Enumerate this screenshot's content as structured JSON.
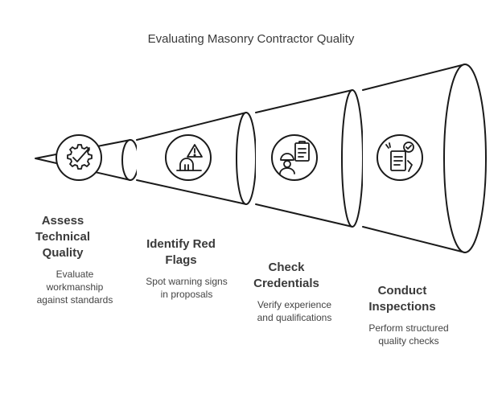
{
  "title": "Evaluating Masonry Contractor Quality",
  "steps": [
    {
      "title_line1": "Assess",
      "title_line2": "Technical",
      "title_line3": "Quality",
      "desc_line1": "Evaluate",
      "desc_line2": "workmanship",
      "desc_line3": "against standards",
      "icon": "gear-check-icon"
    },
    {
      "title_line1": "Identify Red",
      "title_line2": "Flags",
      "desc_line1": "Spot warning signs",
      "desc_line2": "in proposals",
      "icon": "warning-sign-icon"
    },
    {
      "title_line1": "Check",
      "title_line2": "Credentials",
      "desc_line1": "Verify experience",
      "desc_line2": "and qualifications",
      "icon": "worker-clipboard-icon"
    },
    {
      "title_line1": "Conduct",
      "title_line2": "Inspections",
      "desc_line1": "Perform structured",
      "desc_line2": "quality checks",
      "icon": "inspection-checklist-icon"
    }
  ]
}
